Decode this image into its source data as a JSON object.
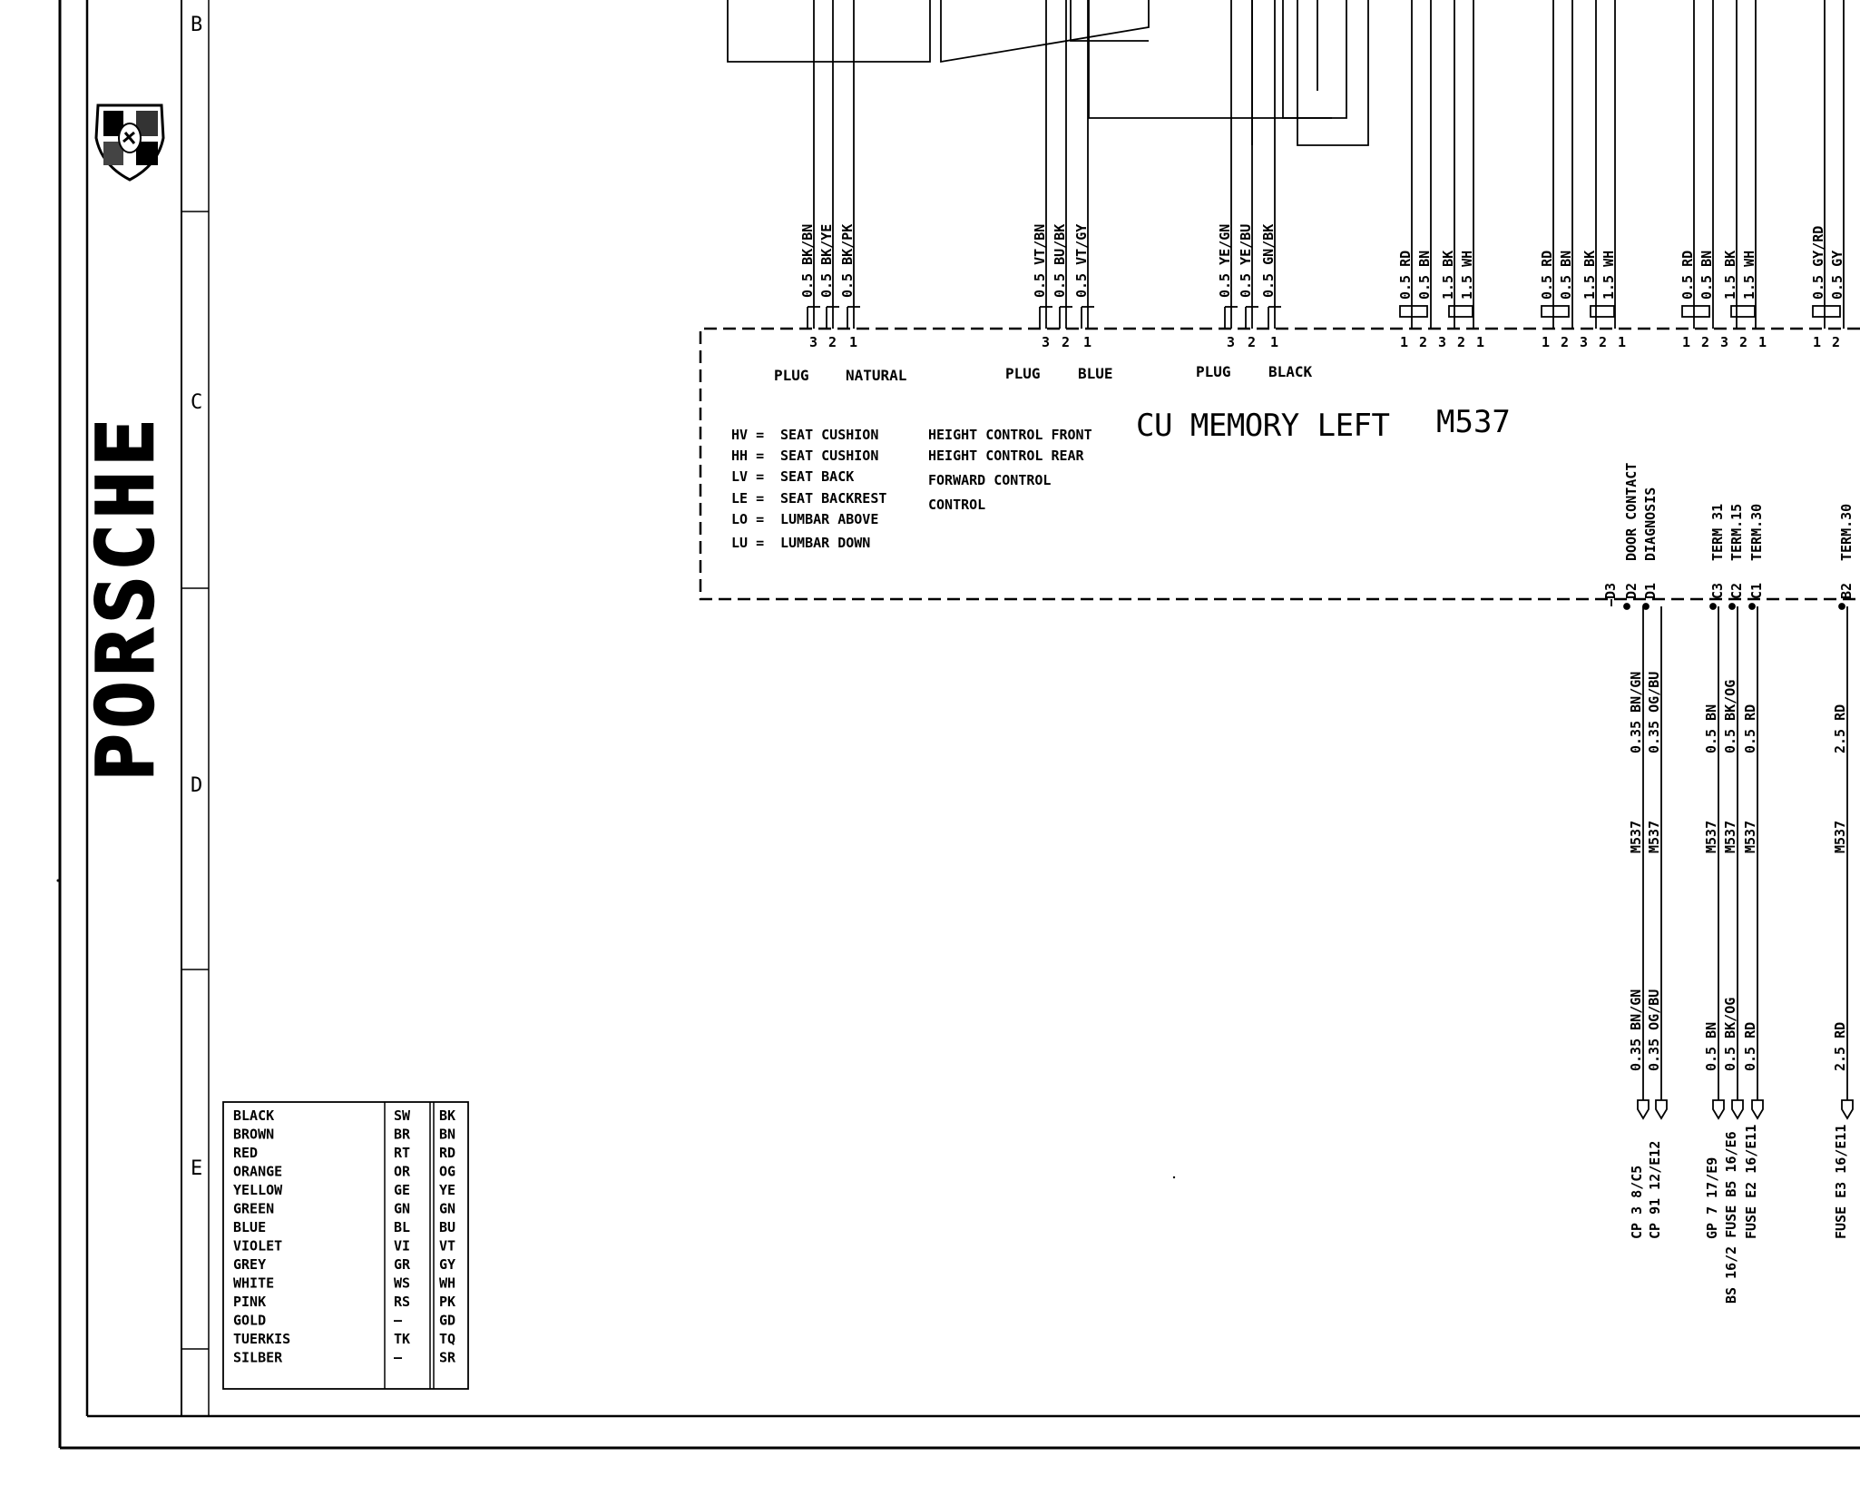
{
  "brand": {
    "name": "PORSCHE"
  },
  "frame": {
    "row_labels": [
      "B",
      "C",
      "D",
      "E"
    ]
  },
  "control_unit": {
    "title": "CU MEMORY LEFT",
    "code": "M537"
  },
  "plugs": [
    {
      "label": "PLUG",
      "color": "NATURAL",
      "pins": [
        "3",
        "2",
        "1"
      ],
      "wires": [
        "0.5 BK/BN",
        "0.5 BK/YE",
        "0.5 BK/PK"
      ]
    },
    {
      "label": "PLUG",
      "color": "BLUE",
      "pins": [
        "3",
        "2",
        "1"
      ],
      "wires": [
        "0.5 VT/BN",
        "0.5 BU/BK",
        "0.5 VT/GY"
      ]
    },
    {
      "label": "PLUG",
      "color": "BLACK",
      "pins": [
        "3",
        "2",
        "1"
      ],
      "wires": [
        "0.5 YE/GN",
        "0.5 YE/BU",
        "0.5 GN/BK"
      ]
    }
  ],
  "motor_groups": [
    {
      "pins": [
        "1",
        "2",
        "3",
        "2",
        "1"
      ],
      "wires": [
        "0.5 RD",
        "0.5 BN",
        "1.5 BK",
        "1.5 WH"
      ]
    },
    {
      "pins": [
        "1",
        "2",
        "3",
        "2",
        "1"
      ],
      "wires": [
        "0.5 RD",
        "0.5 BN",
        "1.5 BK",
        "1.5 WH"
      ]
    },
    {
      "pins": [
        "1",
        "2",
        "3",
        "2",
        "1"
      ],
      "wires": [
        "0.5 RD",
        "0.5 BN",
        "1.5 BK",
        "1.5 WH"
      ]
    },
    {
      "pins": [
        "1",
        "2"
      ],
      "wires": [
        "0.5 GY/RD",
        "0.5 GY"
      ]
    }
  ],
  "abbreviations": [
    {
      "code": "HV =",
      "desc": "SEAT CUSHION"
    },
    {
      "code": "HH =",
      "desc": "SEAT CUSHION"
    },
    {
      "code": "LV =",
      "desc": "SEAT BACK"
    },
    {
      "code": "LE =",
      "desc": "SEAT BACKREST"
    },
    {
      "code": "LO =",
      "desc": "LUMBAR ABOVE"
    },
    {
      "code": "LU =",
      "desc": "LUMBAR DOWN"
    }
  ],
  "controls": [
    "HEIGHT CONTROL FRONT",
    "HEIGHT CONTROL REAR",
    "FORWARD CONTROL",
    "CONTROL"
  ],
  "terminals": [
    {
      "pin": "D3",
      "name": ""
    },
    {
      "pin": "D2",
      "name": "DOOR CONTACT"
    },
    {
      "pin": "D1",
      "name": "DIAGNOSIS"
    },
    {
      "pin": "C3",
      "name": "TERM 31"
    },
    {
      "pin": "C2",
      "name": "TERM.15"
    },
    {
      "pin": "C1",
      "name": "TERM.30"
    },
    {
      "pin": "B2",
      "name": "TERM.30"
    }
  ],
  "lower_wires": [
    {
      "wire": "0.35 BN/GN",
      "ref": "M537",
      "wire2": "0.35 BN/GN",
      "dest": "CP 3  8/C5"
    },
    {
      "wire": "0.35 OG/BU",
      "ref": "M537",
      "wire2": "0.35 OG/BU",
      "dest": "CP 91 12/E12"
    },
    {
      "wire": "0.5 BN",
      "ref": "M537",
      "wire2": "0.5 BN",
      "dest": "GP 7  17/E9"
    },
    {
      "wire": "0.5 BK/OG",
      "ref": "M537",
      "wire2": "0.5 BK/OG",
      "dest": "BS 16/2 FUSE B5 16/E6"
    },
    {
      "wire": "0.5 RD",
      "ref": "M537",
      "wire2": "0.5 RD",
      "dest": "FUSE E2 16/E11"
    },
    {
      "wire": "2.5 RD",
      "ref": "M537",
      "wire2": "2.5 RD",
      "dest": "FUSE E3 16/E11"
    }
  ],
  "color_legend": {
    "rows": [
      [
        "BLACK",
        "SW",
        "BK"
      ],
      [
        "BROWN",
        "BR",
        "BN"
      ],
      [
        "RED",
        "RT",
        "RD"
      ],
      [
        "ORANGE",
        "OR",
        "OG"
      ],
      [
        "YELLOW",
        "GE",
        "YE"
      ],
      [
        "GREEN",
        "GN",
        "GN"
      ],
      [
        "BLUE",
        "BL",
        "BU"
      ],
      [
        "VIOLET",
        "VI",
        "VT"
      ],
      [
        "GREY",
        "GR",
        "GY"
      ],
      [
        "WHITE",
        "WS",
        "WH"
      ],
      [
        "PINK",
        "RS",
        "PK"
      ],
      [
        "GOLD",
        "—",
        "GD"
      ],
      [
        "TUERKIS",
        "TK",
        "TQ"
      ],
      [
        "SILBER",
        "—",
        "SR"
      ]
    ]
  }
}
